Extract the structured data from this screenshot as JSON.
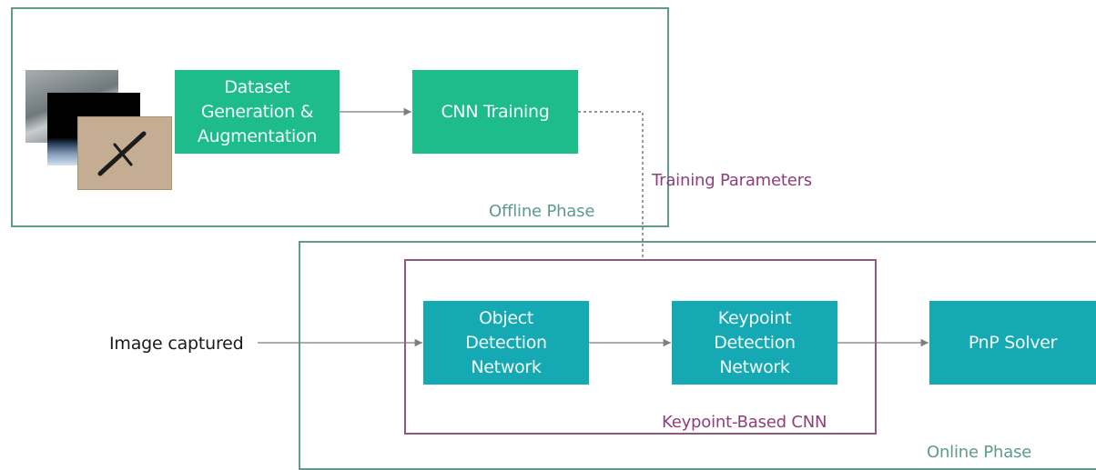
{
  "offline_phase": {
    "label": "Offline Phase",
    "dataset_box": "Dataset\nGeneration &\nAugmentation",
    "cnn_training_box": "CNN Training"
  },
  "training_parameters_label": "Training Parameters",
  "online_phase": {
    "label": "Online Phase",
    "input_label": "Image captured",
    "keypoint_cnn_label": "Keypoint-Based CNN",
    "object_detection_box": "Object\nDetection\nNetwork",
    "keypoint_detection_box": "Keypoint\nDetection\nNetwork",
    "pnp_box": "PnP Solver"
  },
  "colors": {
    "offline_box": "#1ebc8b",
    "online_box": "#15a9b4",
    "phase_border": "#5e9a8e",
    "cnn_border": "#8d5a80",
    "accent_text": "#8d3f7a"
  }
}
